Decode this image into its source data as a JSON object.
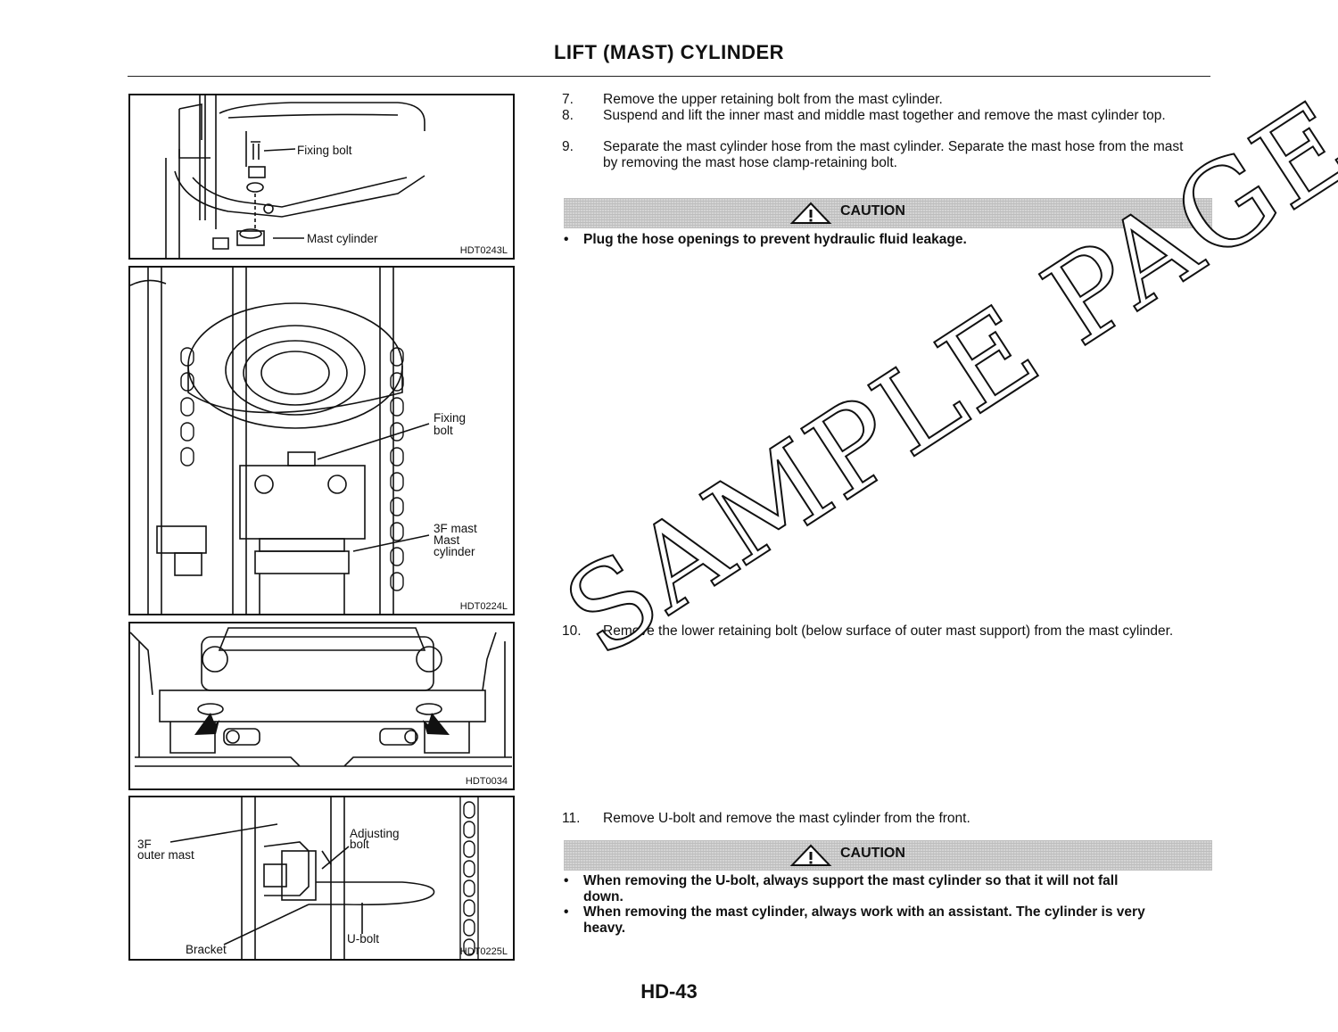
{
  "page": {
    "title": "LIFT (MAST) CYLINDER",
    "page_number": "HD-43",
    "watermark": "SAMPLE PAGE"
  },
  "figures": [
    {
      "code": "HDT0243L",
      "labels": [
        "Fixing bolt",
        "Mast cylinder"
      ]
    },
    {
      "code": "HDT0224L",
      "labels": [
        "Fixing",
        "bolt",
        "3F mast",
        "Mast",
        "cylinder"
      ]
    },
    {
      "code": "HDT0034",
      "labels": []
    },
    {
      "code": "HDT0225L",
      "labels": [
        "3F",
        "outer mast",
        "Adjusting",
        "bolt",
        "Bracket",
        "U-bolt"
      ]
    }
  ],
  "steps": [
    {
      "num": "7.",
      "text": "Remove the upper retaining bolt from the mast cylinder."
    },
    {
      "num": "8.",
      "text": "Suspend and lift the inner mast and middle mast together and remove the mast cylinder top."
    },
    {
      "num": "9.",
      "text": "Separate the mast cylinder hose from the mast cylinder. Separate the mast hose from the mast by removing the mast hose clamp-retaining bolt."
    },
    {
      "num": "10.",
      "text": "Remove the lower retaining bolt (below surface of outer mast support) from the mast cylinder."
    },
    {
      "num": "11.",
      "text": "Remove U-bolt and remove the mast cylinder from the front."
    }
  ],
  "cautions": [
    {
      "label": "CAUTION",
      "bullets": [
        "Plug the hose openings to prevent hydraulic fluid leakage."
      ]
    },
    {
      "label": "CAUTION",
      "bullets": [
        "When removing the U-bolt, always support the mast cylinder so that it will not fall down.",
        "When removing the mast cylinder, always work with an assistant. The cylinder is very heavy."
      ]
    }
  ]
}
